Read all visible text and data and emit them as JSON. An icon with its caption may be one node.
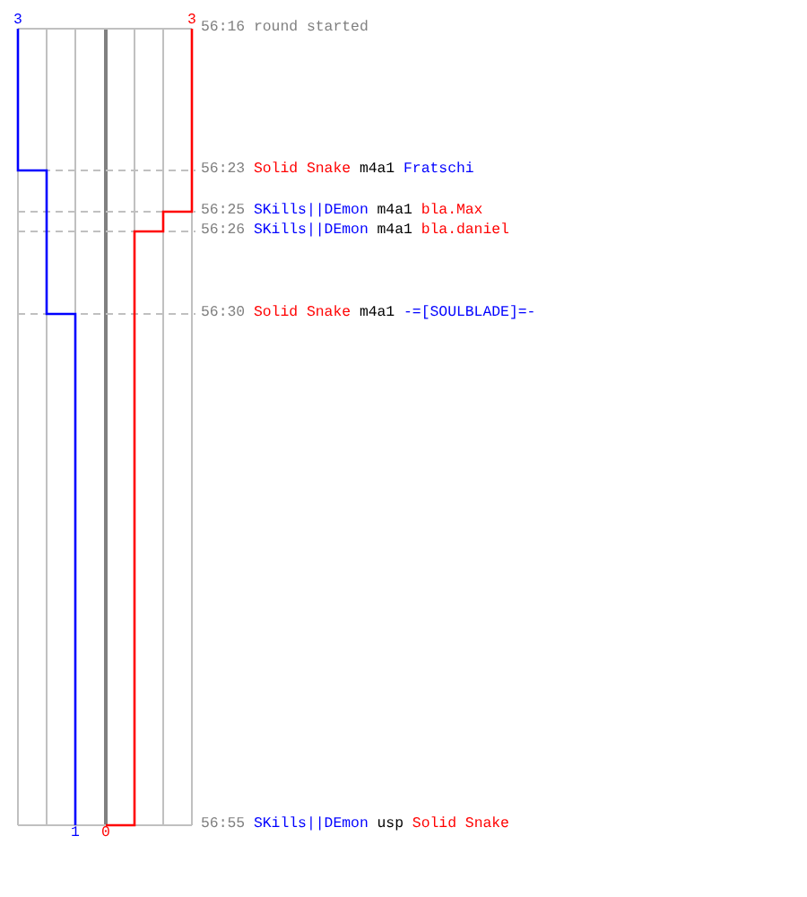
{
  "diagram": {
    "labels": [
      "3",
      "3",
      "56:16",
      "round started",
      "56:23",
      "Solid Snake",
      "m4a1",
      "Fratschi",
      "56:25",
      "SKills||DEmon",
      "m4a1",
      "bla.Max",
      "56:26",
      "SKills||DEmon",
      "m4a1",
      "bla.daniel",
      "56:30",
      "Solid Snake",
      "m4a1",
      "-=[SOULBLADE]=-",
      "56:55",
      "SKills||DEmon",
      "usp",
      "Solid Snake",
      "1",
      "0"
    ]
  }
}
